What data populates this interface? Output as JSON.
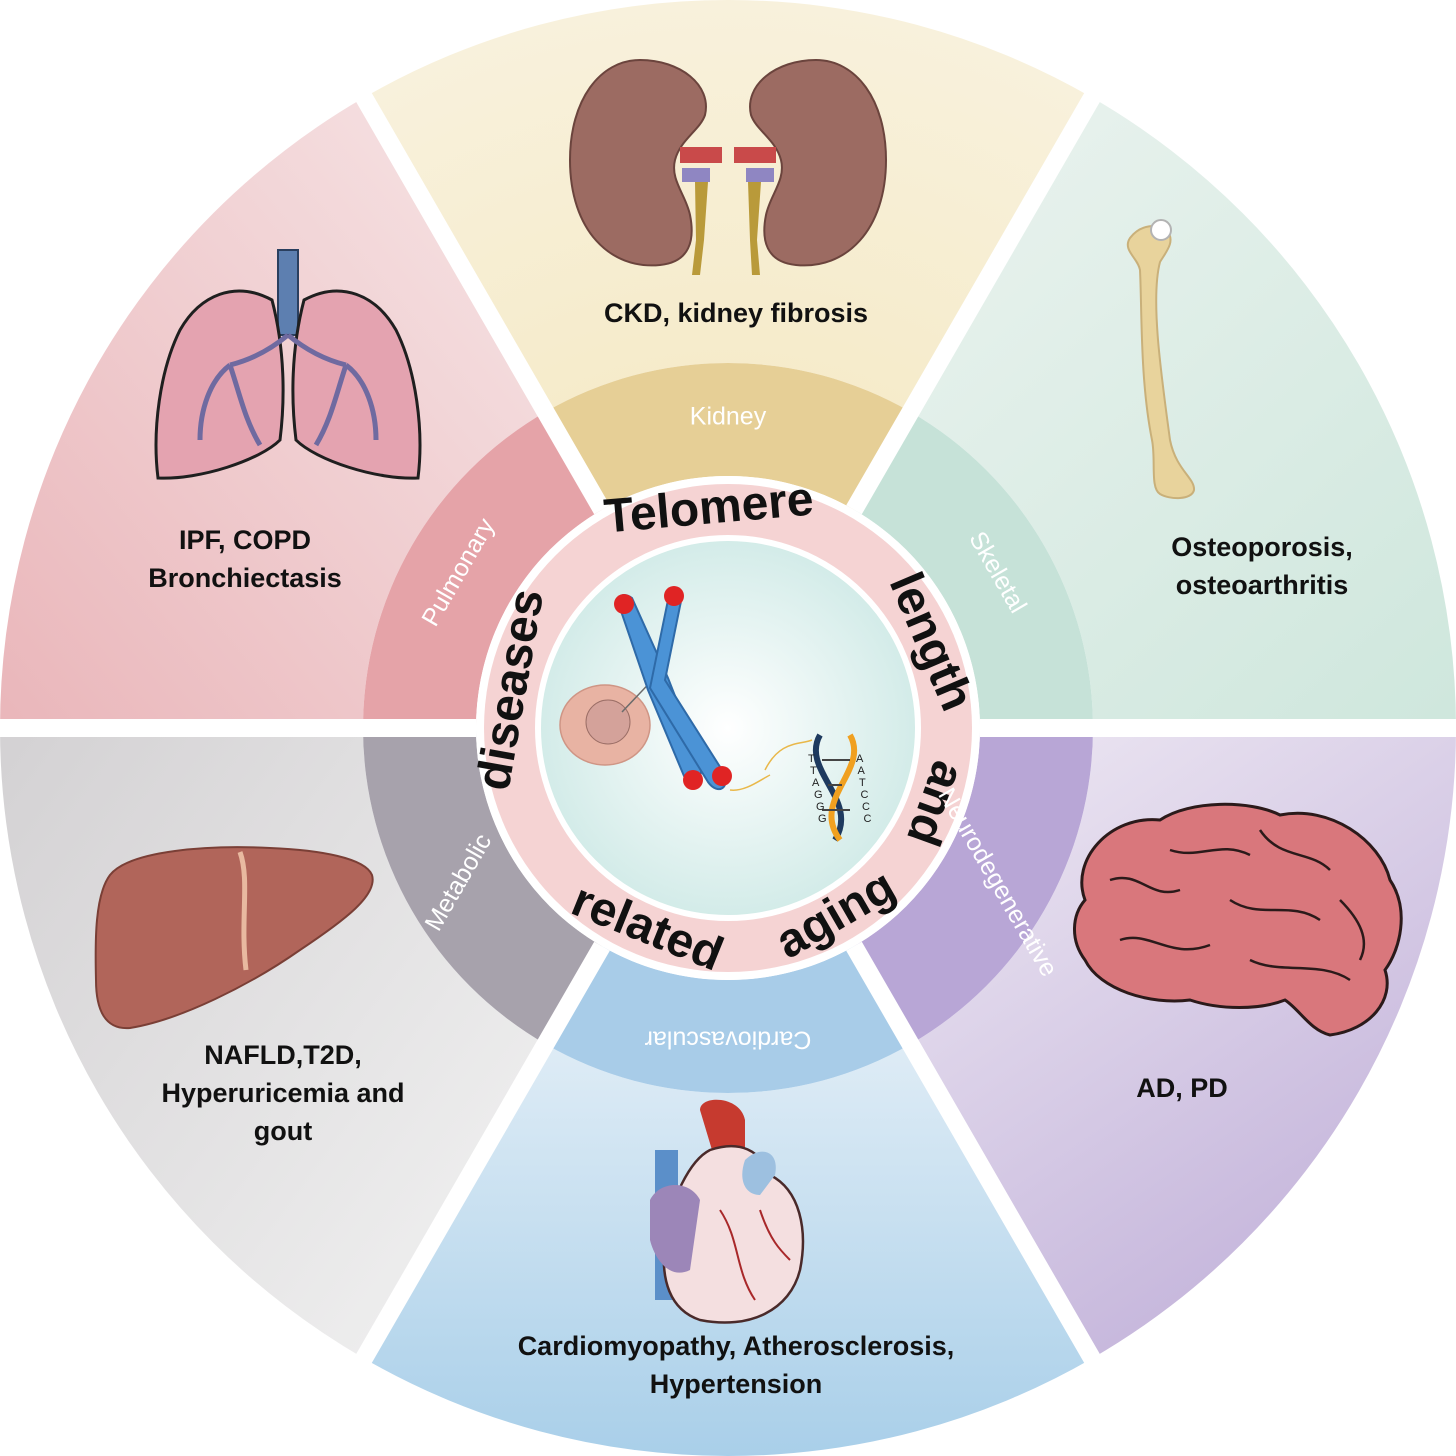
{
  "title_ring": [
    "Telomere",
    "length",
    "and",
    "aging",
    "related",
    "diseases"
  ],
  "segments": [
    {
      "id": "kidney",
      "category": "Kidney",
      "diseases": [
        "CKD, kidney fibrosis"
      ],
      "organ_icon": "kidneys-icon"
    },
    {
      "id": "skeletal",
      "category": "Skeletal",
      "diseases": [
        "Osteoporosis,",
        "osteoarthritis"
      ],
      "organ_icon": "femur-bone-icon"
    },
    {
      "id": "neuro",
      "category": "Neurodegenerative",
      "diseases": [
        "AD, PD"
      ],
      "organ_icon": "brain-icon"
    },
    {
      "id": "cardio",
      "category": "Cardiovascular",
      "diseases": [
        "Cardiomyopathy, Atherosclerosis,",
        "Hypertension"
      ],
      "organ_icon": "heart-icon"
    },
    {
      "id": "metabolic",
      "category": "Metabolic",
      "diseases": [
        "NAFLD,T2D,",
        "Hyperuricemia and",
        "gout"
      ],
      "organ_icon": "liver-icon"
    },
    {
      "id": "pulmonary",
      "category": "Pulmonary",
      "diseases": [
        "IPF, COPD",
        "Bronchiectasis"
      ],
      "organ_icon": "lungs-icon"
    }
  ],
  "center_icons": [
    "chromosome-icon",
    "cell-nucleus-icon",
    "dna-helix-icon"
  ],
  "dna_letters": {
    "left": "TTAGGG",
    "right": "AATCCC"
  },
  "colors": {
    "kidney": "#f3e8c6",
    "kidney_band": "#e6cf96",
    "skeletal": "#d8ebe2",
    "skeletal_band": "#c6e2d8",
    "neuro": "#d8cce4",
    "neuro_band": "#b8a6d6",
    "cardio": "#cfe2ef",
    "cardio_band": "#a8cce8",
    "metabolic": "#dcdcdc",
    "metabolic_band": "#a7a2ac",
    "pulmonary": "#f0cdcf",
    "pulmonary_band": "#e5a3a8",
    "center_ring": "#f5d3d3"
  }
}
